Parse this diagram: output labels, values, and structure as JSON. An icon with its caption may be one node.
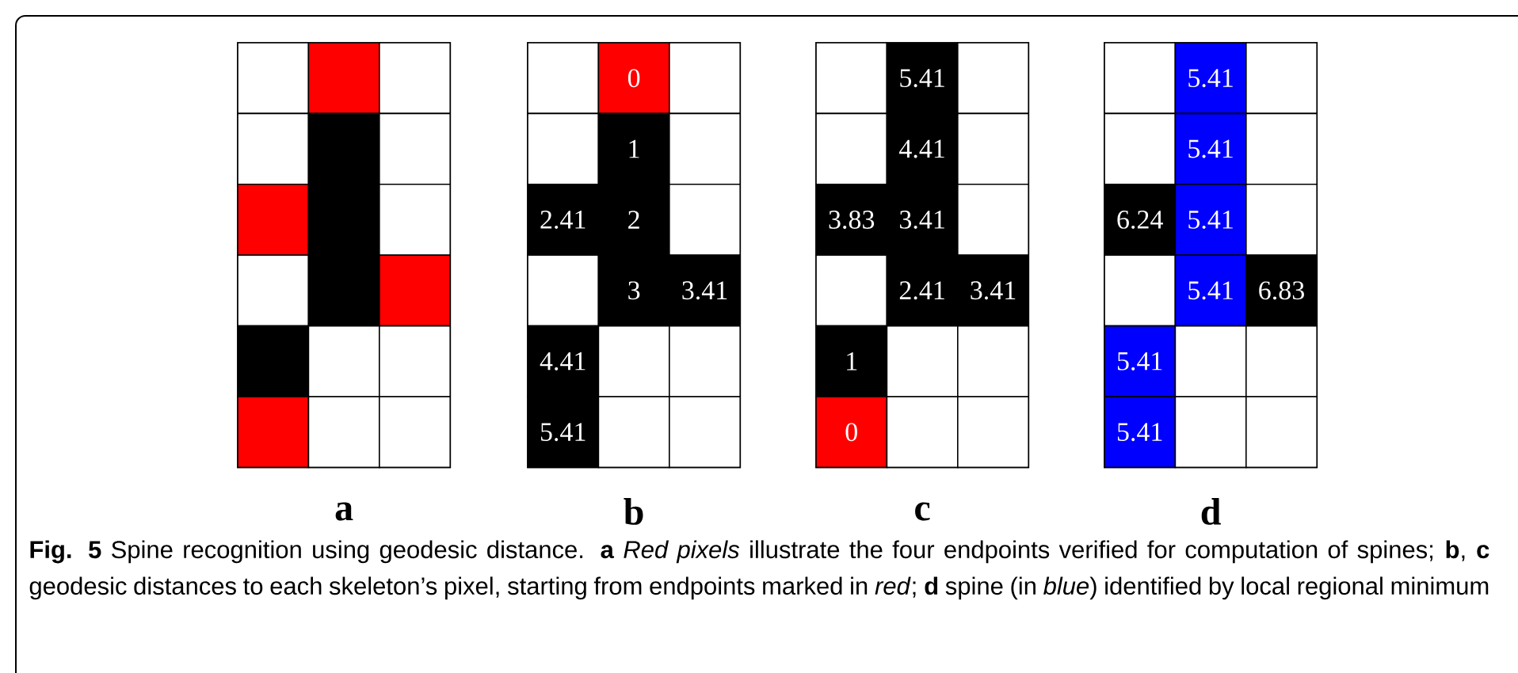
{
  "diagram": {
    "caption": "**Fig. 5** Spine recognition using geodesic distance. **a** *Red pixels* illustrate the four endpoints verified for computation of spines; **b**, **c** geodesic distances to each skeleton’s pixel, starting from endpoints marked in *red*; **d** spine (in *blue*) identified by local regional minimum",
    "nodes": [
      {
        "text": [
          "a"
        ]
      },
      {
        "text": [],
        "shape": "box",
        "in": 0
      },
      {
        "text": [],
        "shape": "box",
        "in": 0
      },
      {
        "text": [],
        "shape": "box",
        "in": 0
      },
      {
        "text": [],
        "shape": "box",
        "in": 0
      },
      {
        "text": [],
        "shape": "box",
        "in": 0
      },
      {
        "text": [],
        "shape": "box",
        "in": 0
      },
      {
        "text": [],
        "shape": "box",
        "in": 0
      },
      {
        "text": [],
        "shape": "box",
        "in": 0
      },
      {
        "text": [],
        "shape": "box",
        "in": 0
      },
      {
        "text": [],
        "shape": "box",
        "in": 0
      },
      {
        "text": [],
        "shape": "box",
        "in": 0
      },
      {
        "text": [],
        "shape": "box",
        "in": 0
      },
      {
        "text": [],
        "shape": "box",
        "in": 0
      },
      {
        "text": [],
        "shape": "box",
        "in": 0
      },
      {
        "text": [],
        "shape": "box",
        "in": 0
      },
      {
        "text": [],
        "shape": "box",
        "in": 0
      },
      {
        "text": [],
        "shape": "box",
        "in": 0
      },
      {
        "text": [],
        "shape": "box",
        "in": 0
      },
      {
        "text": [
          "b"
        ]
      },
      {
        "text": [],
        "shape": "box",
        "in": 19
      },
      {
        "text": [
          "0"
        ],
        "in": 19
      },
      {
        "text": [],
        "shape": "box",
        "in": 19
      },
      {
        "text": [],
        "shape": "box",
        "in": 19
      },
      {
        "text": [
          "1"
        ],
        "in": 19
      },
      {
        "text": [],
        "shape": "box",
        "in": 19
      },
      {
        "text": [
          "2.41"
        ],
        "in": 19
      },
      {
        "text": [
          "2"
        ],
        "in": 19
      },
      {
        "text": [],
        "shape": "box",
        "in": 19
      },
      {
        "text": [],
        "shape": "box",
        "in": 19
      },
      {
        "text": [
          "3"
        ],
        "in": 19
      },
      {
        "text": [
          "3.41"
        ],
        "in": 19
      },
      {
        "text": [
          "4.41"
        ],
        "in": 19
      },
      {
        "text": [],
        "shape": "box",
        "in": 19
      },
      {
        "text": [],
        "shape": "box",
        "in": 19
      },
      {
        "text": [
          "5.41"
        ],
        "in": 19
      },
      {
        "text": [],
        "shape": "box",
        "in": 19
      },
      {
        "text": [],
        "shape": "box",
        "in": 19
      },
      {
        "text": [
          "c"
        ]
      },
      {
        "text": [],
        "shape": "box",
        "in": 38
      },
      {
        "text": [
          "5.41"
        ],
        "in": 38
      },
      {
        "text": [],
        "shape": "box",
        "in": 38
      },
      {
        "text": [],
        "shape": "box",
        "in": 38
      },
      {
        "text": [
          "4.41"
        ],
        "in": 38
      },
      {
        "text": [],
        "shape": "box",
        "in": 38
      },
      {
        "text": [
          "3.83"
        ],
        "in": 38
      },
      {
        "text": [
          "3.41"
        ],
        "in": 38
      },
      {
        "text": [],
        "shape": "box",
        "in": 38
      },
      {
        "text": [],
        "shape": "box",
        "in": 38
      },
      {
        "text": [
          "2.41"
        ],
        "in": 38
      },
      {
        "text": [
          "3.41"
        ],
        "in": 38
      },
      {
        "text": [
          "1"
        ],
        "in": 38
      },
      {
        "text": [],
        "shape": "box",
        "in": 38
      },
      {
        "text": [],
        "shape": "box",
        "in": 38
      },
      {
        "text": [
          "0"
        ],
        "in": 38
      },
      {
        "text": [],
        "shape": "box",
        "in": 38
      },
      {
        "text": [],
        "shape": "box",
        "in": 38
      },
      {
        "text": [
          "d"
        ]
      },
      {
        "text": [],
        "shape": "box",
        "in": 57
      },
      {
        "text": [
          "5.41"
        ],
        "in": 57
      },
      {
        "text": [],
        "shape": "box",
        "in": 57
      },
      {
        "text": [],
        "shape": "box",
        "in": 57
      },
      {
        "text": [
          "5.41"
        ],
        "in": 57
      },
      {
        "text": [],
        "shape": "box",
        "in": 57
      },
      {
        "text": [
          "6.24"
        ],
        "in": 57
      },
      {
        "text": [
          "5.41"
        ],
        "in": 57
      },
      {
        "text": [],
        "shape": "box",
        "in": 57
      },
      {
        "text": [],
        "shape": "box",
        "in": 57
      },
      {
        "text": [
          "5.41"
        ],
        "in": 57
      },
      {
        "text": [
          "6.83"
        ],
        "in": 57
      },
      {
        "text": [
          "5.41"
        ],
        "in": 57
      },
      {
        "text": [],
        "shape": "box",
        "in": 57
      },
      {
        "text": [],
        "shape": "box",
        "in": 57
      },
      {
        "text": [
          "5.41"
        ],
        "in": 57
      },
      {
        "text": [],
        "shape": "box",
        "in": 57
      },
      {
        "text": [],
        "shape": "box",
        "in": 57
      }
    ]
  }
}
